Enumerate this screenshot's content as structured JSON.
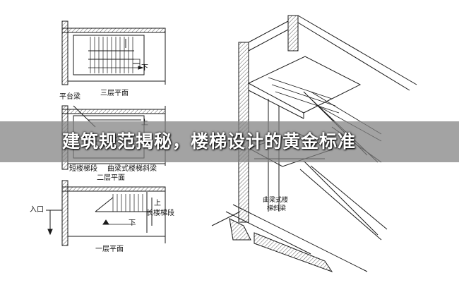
{
  "labels": {
    "floor3": "三层平面",
    "floor2": "二层平面",
    "floor1": "一层平面",
    "platform_beam": "平台梁",
    "short_flight": "短楼梯段",
    "curved_beam_stringer": "曲梁式楼梯斜梁",
    "long_flight": "长楼梯段",
    "entrance": "入口",
    "up": "上",
    "down": "下",
    "curved_beam_3d_line1": "曲梁式楼",
    "curved_beam_3d_line2": "梯斜梁"
  },
  "banner": {
    "title": "建筑规范揭秘，楼梯设计的黄金标准"
  },
  "colors": {
    "line": "#1a1a1a",
    "banner_bg": "#808080",
    "banner_text": "#ffffff"
  }
}
